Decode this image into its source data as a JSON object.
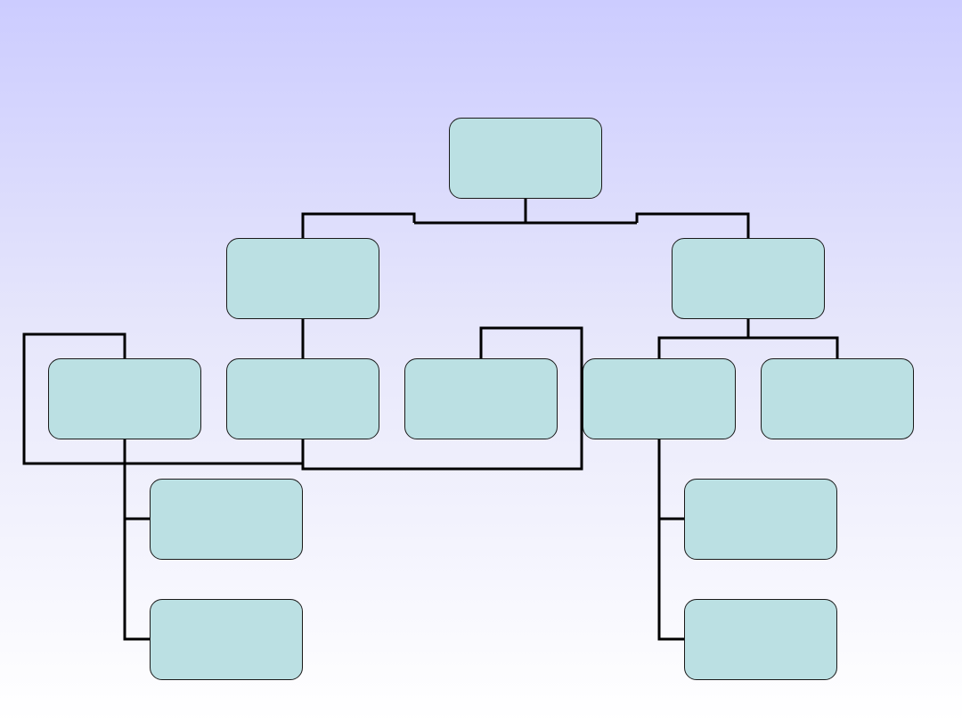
{
  "colors": {
    "node_fill": "#bbe0e3",
    "node_border": "#1a1a1a",
    "connector": "#000000",
    "background_top": "#ccccff",
    "background_bottom": "#ffffff"
  },
  "nodes": [
    {
      "id": "n-root",
      "label": ""
    },
    {
      "id": "n-l1a",
      "label": ""
    },
    {
      "id": "n-l1b",
      "label": ""
    },
    {
      "id": "n-l2a",
      "label": ""
    },
    {
      "id": "n-l2b",
      "label": ""
    },
    {
      "id": "n-l2c",
      "label": ""
    },
    {
      "id": "n-l2d",
      "label": ""
    },
    {
      "id": "n-l2e",
      "label": ""
    },
    {
      "id": "n-l3a",
      "label": ""
    },
    {
      "id": "n-l3b",
      "label": ""
    },
    {
      "id": "n-l3c",
      "label": ""
    },
    {
      "id": "n-l3d",
      "label": ""
    }
  ]
}
